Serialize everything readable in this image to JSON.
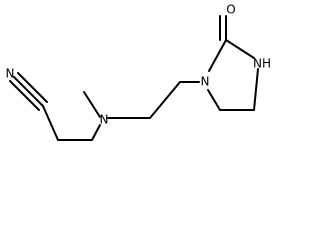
{
  "molecule": {
    "atoms": {
      "nitrile_n": "N",
      "amine_n": "N",
      "ring_n1": "N",
      "ring_nh": "NH",
      "carbonyl_o": "O"
    }
  }
}
